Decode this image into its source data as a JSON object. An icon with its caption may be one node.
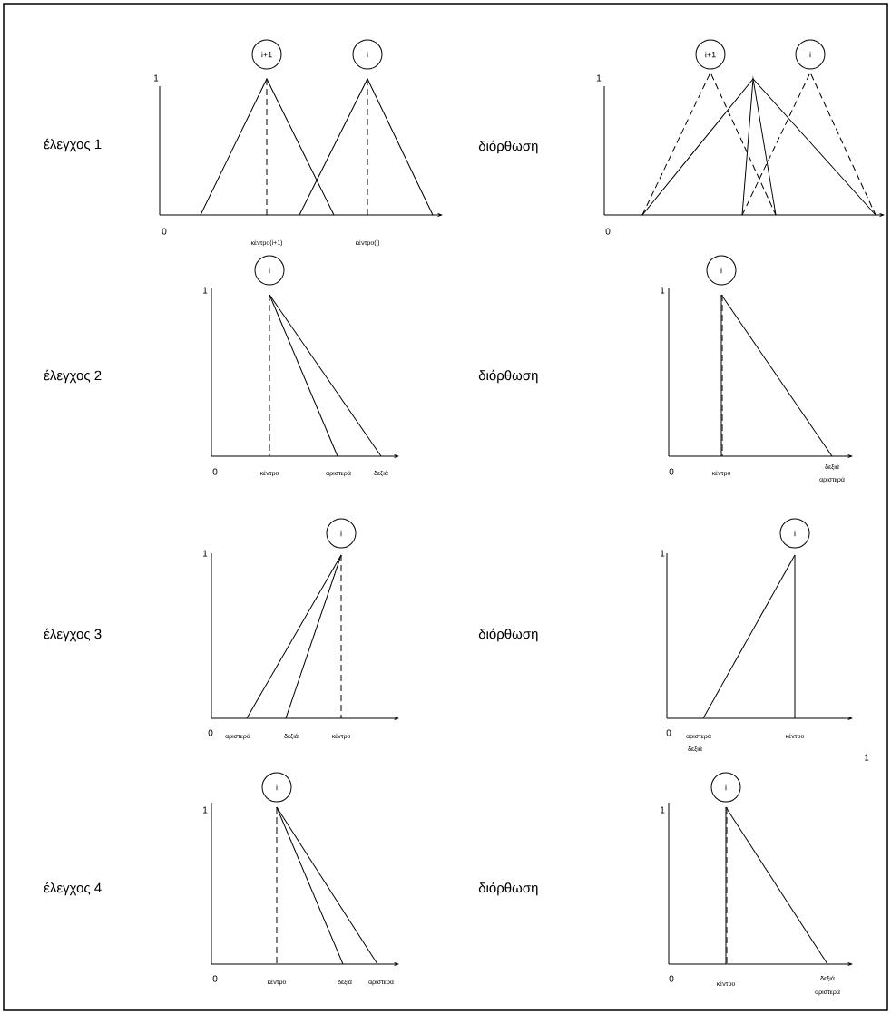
{
  "diagram": {
    "nodes": [
      {
        "text": [
          "i+1"
        ]
      },
      {
        "text": [
          "i"
        ]
      },
      {
        "text": [
          "i+1"
        ]
      },
      {
        "text": [
          "i"
        ]
      },
      {
        "text": [
          "i"
        ]
      },
      {
        "text": [
          "i"
        ]
      },
      {
        "text": [
          "i"
        ]
      },
      {
        "text": [
          "i"
        ]
      },
      {
        "text": [
          "i"
        ]
      },
      {
        "text": [
          "i"
        ]
      }
    ],
    "labels": [
      "έλεγχος 1",
      "1",
      "0",
      "κέντρο(i+1)",
      "κέντρο(i)",
      "διόρθωση",
      "1",
      "0",
      "έλεγχος 2",
      "1",
      "0",
      "κέντρο",
      "αριστερά",
      "δεξιά",
      "διόρθωση",
      "1",
      "0",
      "κέντρο",
      "δεξιά",
      "αριστερά",
      "έλεγχος 3",
      "1",
      "0",
      "αριστερά",
      "δεξιά",
      "κέντρο",
      "διόρθωση",
      "1",
      "0",
      "αριστερά",
      "δεξιά",
      "κέντρο",
      "1",
      "έλεγχος 4",
      "1",
      "0",
      "κέντρο",
      "δεξιά",
      "αριστερά",
      "διόρθωση",
      "1",
      "0",
      "κέντρο",
      "δεξιά",
      "αριστερά"
    ]
  }
}
